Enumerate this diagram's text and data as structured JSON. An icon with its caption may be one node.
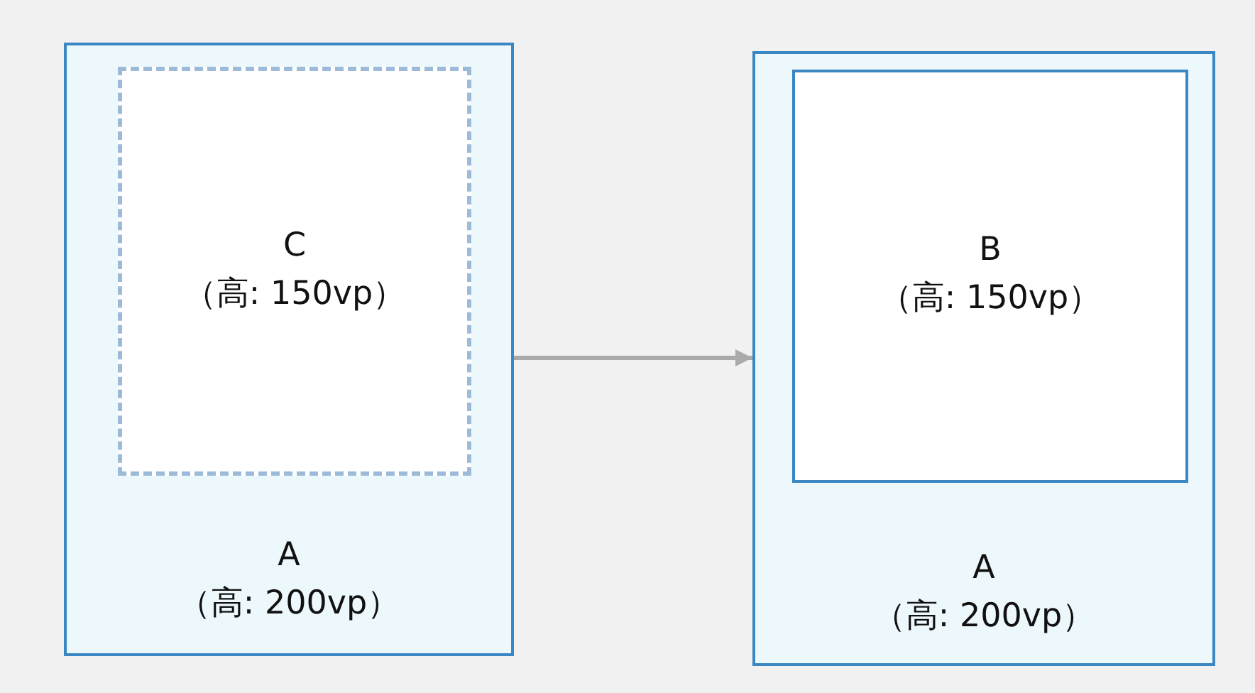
{
  "diagram": {
    "nodes": [
      {
        "text": [
          "A",
          "（高: 200vp）"
        ]
      },
      {
        "text": [
          "C",
          "（高: 150vp）"
        ],
        "in": 0
      },
      {
        "text": [
          "A",
          "（高: 200vp）"
        ]
      },
      {
        "text": [
          "B",
          "（高: 150vp）"
        ],
        "in": 2
      }
    ],
    "edges": [
      {
        "from": 0,
        "to": 2,
        "arrow": "to"
      }
    ]
  }
}
